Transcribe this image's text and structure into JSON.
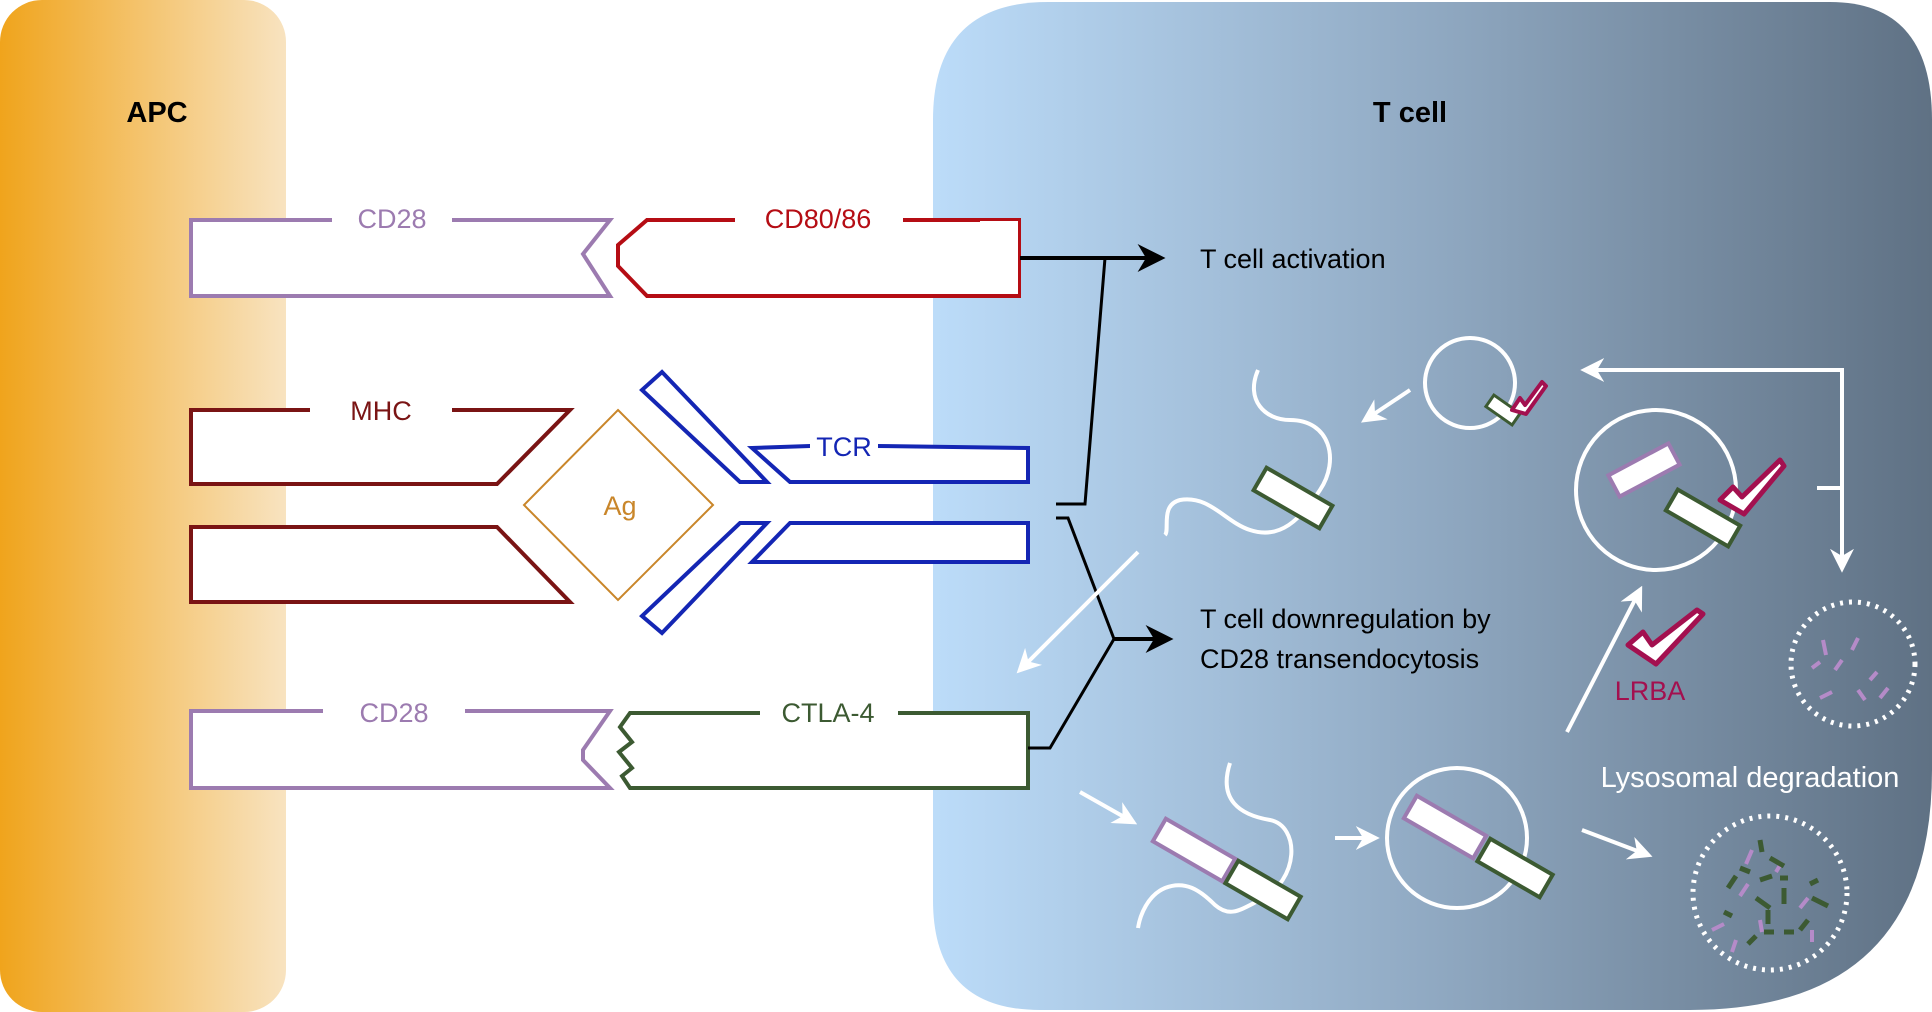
{
  "cells": {
    "apc": {
      "label": "APC"
    },
    "tcell": {
      "label": "T cell"
    }
  },
  "molecules": {
    "cd28_top": "CD28",
    "cd80_86": "CD80/86",
    "mhc": "MHC",
    "ag": "Ag",
    "tcr": "TCR",
    "cd28_bottom": "CD28",
    "ctla4": "CTLA-4",
    "lrba": "LRBA"
  },
  "outcomes": {
    "activation": "T cell activation",
    "downregulation_line1": "T cell downregulation by",
    "downregulation_line2": "CD28 transendocytosis",
    "lysosomal": "Lysosomal degradation"
  },
  "colors": {
    "apc_orange": "#f0a41c",
    "tcell_light": "#b9dbf8",
    "tcell_dark": "#5e7183",
    "cd28_purple": "#9c7bb0",
    "cd80_red": "#b50d14",
    "mhc_maroon": "#7a1414",
    "tcr_blue": "#1426b4",
    "ag_gold": "#c9862a",
    "ctla4_green": "#3c5a32",
    "lrba_magenta": "#a3104f"
  }
}
